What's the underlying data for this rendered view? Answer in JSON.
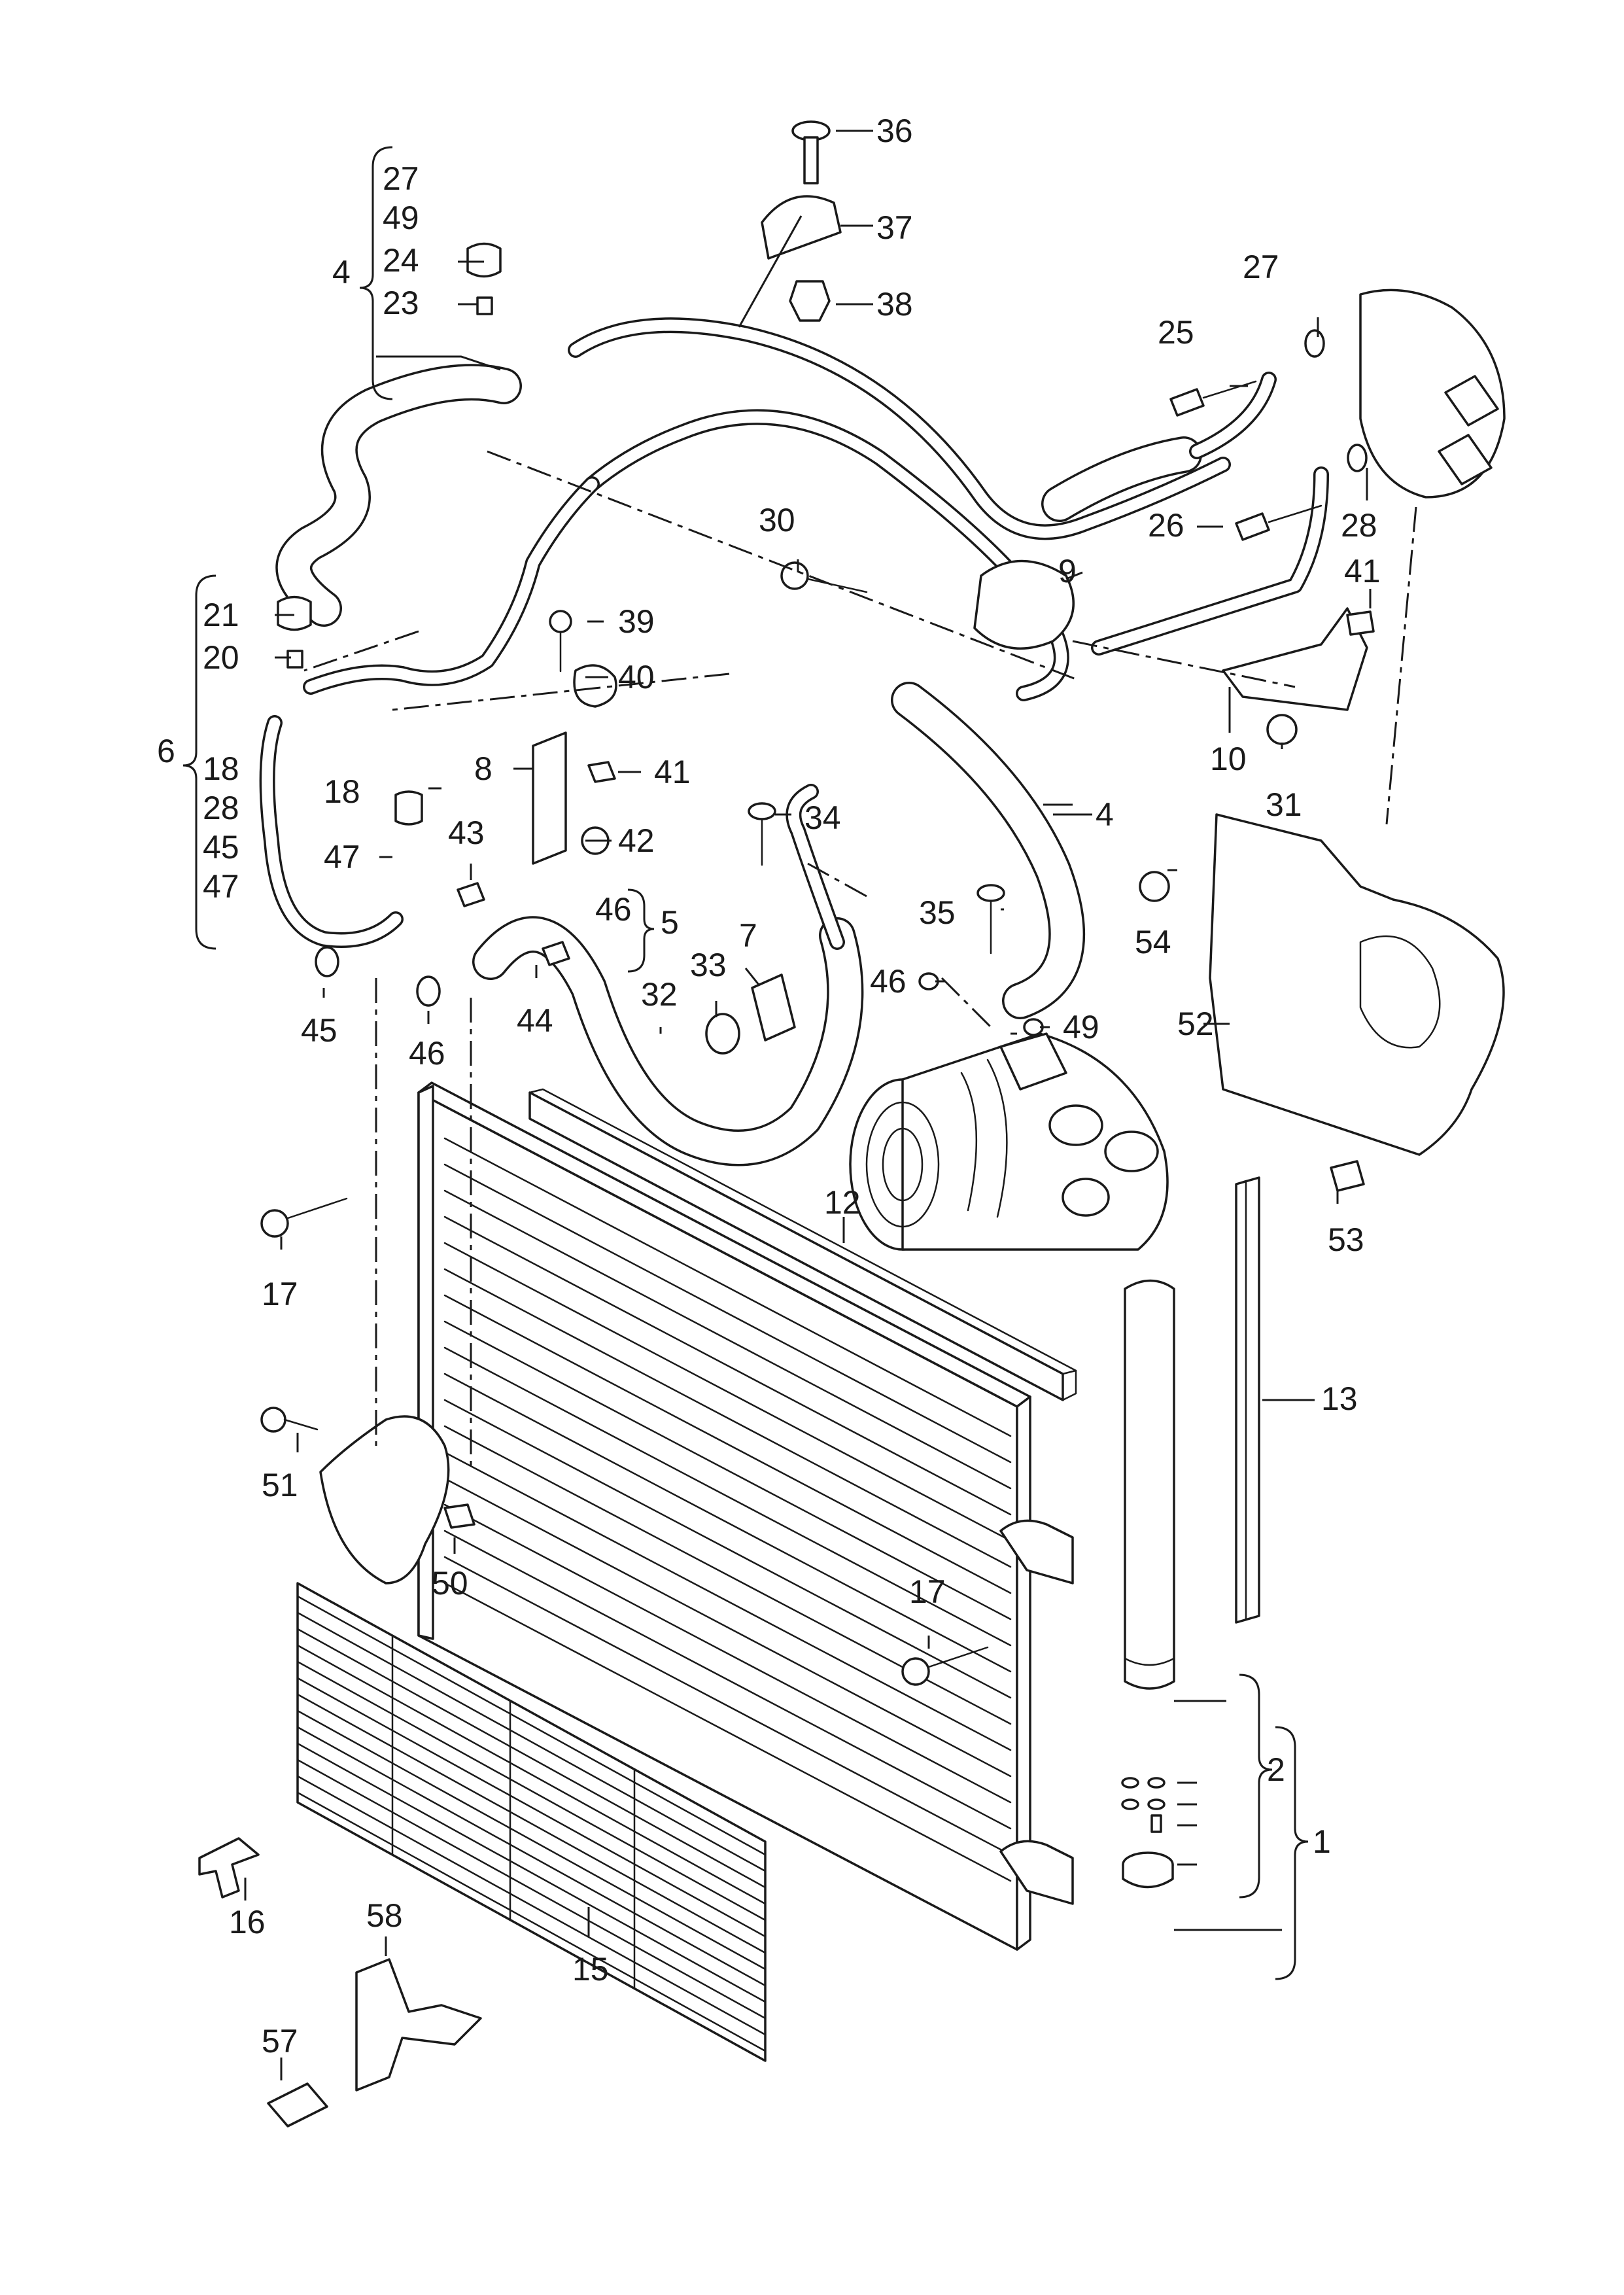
{
  "labels": {
    "n1": "1",
    "n2": "2",
    "n4a": "4",
    "n4b": "4",
    "n5": "5",
    "n6": "6",
    "n7": "7",
    "n8": "8",
    "n9": "9",
    "n10": "10",
    "n12": "12",
    "n13": "13",
    "n15": "15",
    "n16": "16",
    "n17a": "17",
    "n17b": "17",
    "n18a": "18",
    "n18b": "18",
    "n20": "20",
    "n21": "21",
    "n23": "23",
    "n24": "24",
    "n25": "25",
    "n26": "26",
    "n27a": "27",
    "n27b": "27",
    "n28a": "28",
    "n28b": "28",
    "n30": "30",
    "n31": "31",
    "n32": "32",
    "n33": "33",
    "n34": "34",
    "n35": "35",
    "n36": "36",
    "n37": "37",
    "n38": "38",
    "n39": "39",
    "n40": "40",
    "n41a": "41",
    "n41b": "41",
    "n42": "42",
    "n43": "43",
    "n44": "44",
    "n45a": "45",
    "n45b": "45",
    "n46a": "46",
    "n46b": "46",
    "n46c": "46",
    "n47a": "47",
    "n47b": "47",
    "n49a": "49",
    "n49b": "49",
    "n50": "50",
    "n51": "51",
    "n52": "52",
    "n53": "53",
    "n54": "54",
    "n57": "57",
    "n58": "58"
  }
}
